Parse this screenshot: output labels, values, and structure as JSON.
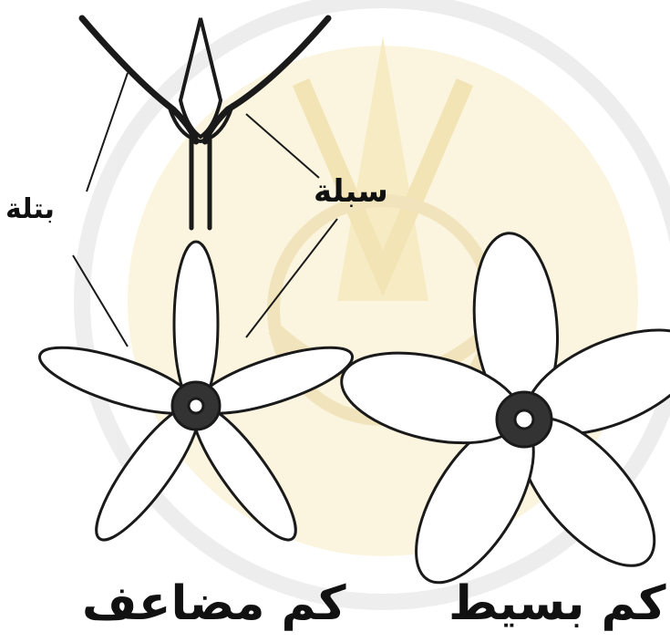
{
  "labels": {
    "sepal": "سبلة",
    "petal": "بتلة",
    "double_calyx": "كم مضاعف",
    "simple_calyx": "كم بسيط"
  },
  "colors": {
    "ink": "#1a1a1a",
    "watermark": "#f3e7b8",
    "watermark_ring": "#e6e6e6"
  },
  "icons": {
    "watermark": "university-seal-watermark",
    "top_figure": "flower-side-view",
    "left_figure": "star-flower-narrow-petals",
    "right_figure": "flower-broad-petals"
  }
}
